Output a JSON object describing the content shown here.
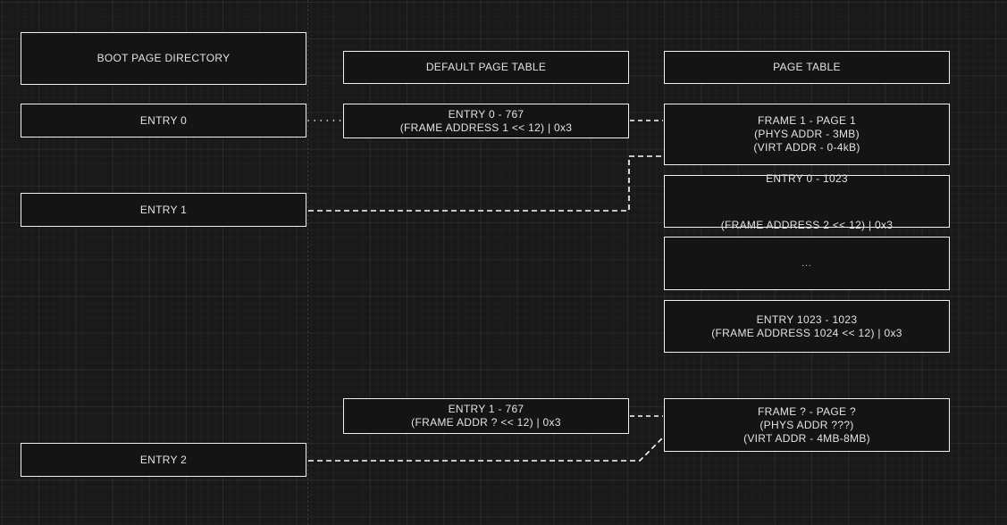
{
  "diagram": {
    "title": "Paging structures diagram",
    "background_color": "#191919",
    "line_color": "#ffffff",
    "text_color": "#e3e3e3",
    "columns": {
      "left": {
        "header": "BOOT PAGE DIRECTORY",
        "entries": [
          {
            "label": "ENTRY 0"
          },
          {
            "label": "ENTRY 1"
          },
          {
            "label": "ENTRY 2"
          }
        ]
      },
      "middle": {
        "header": "DEFAULT PAGE TABLE",
        "entries": [
          {
            "label": "ENTRY 0 - 767\n(FRAME ADDRESS 1 << 12) | 0x3"
          },
          {
            "label": "ENTRY 1 - 767\n(FRAME ADDR ? << 12)  | 0x3"
          }
        ]
      },
      "right": {
        "header": "PAGE TABLE",
        "entries": [
          {
            "label": "FRAME 1 - PAGE 1\n(PHYS ADDR - 3MB)\n(VIRT ADDR - 0-4kB)"
          },
          {
            "label": "ENTRY 0 - 1023\n\n(FRAME ADDRESS 2 << 12) | 0x3"
          },
          {
            "label": "..."
          },
          {
            "label": "ENTRY 1023 - 1023\n(FRAME ADDRESS 1024 << 12) | 0x3"
          },
          {
            "label": "FRAME ? - PAGE ?\n(PHYS ADDR ???)\n(VIRT ADDR - 4MB-8MB)"
          }
        ]
      }
    }
  }
}
